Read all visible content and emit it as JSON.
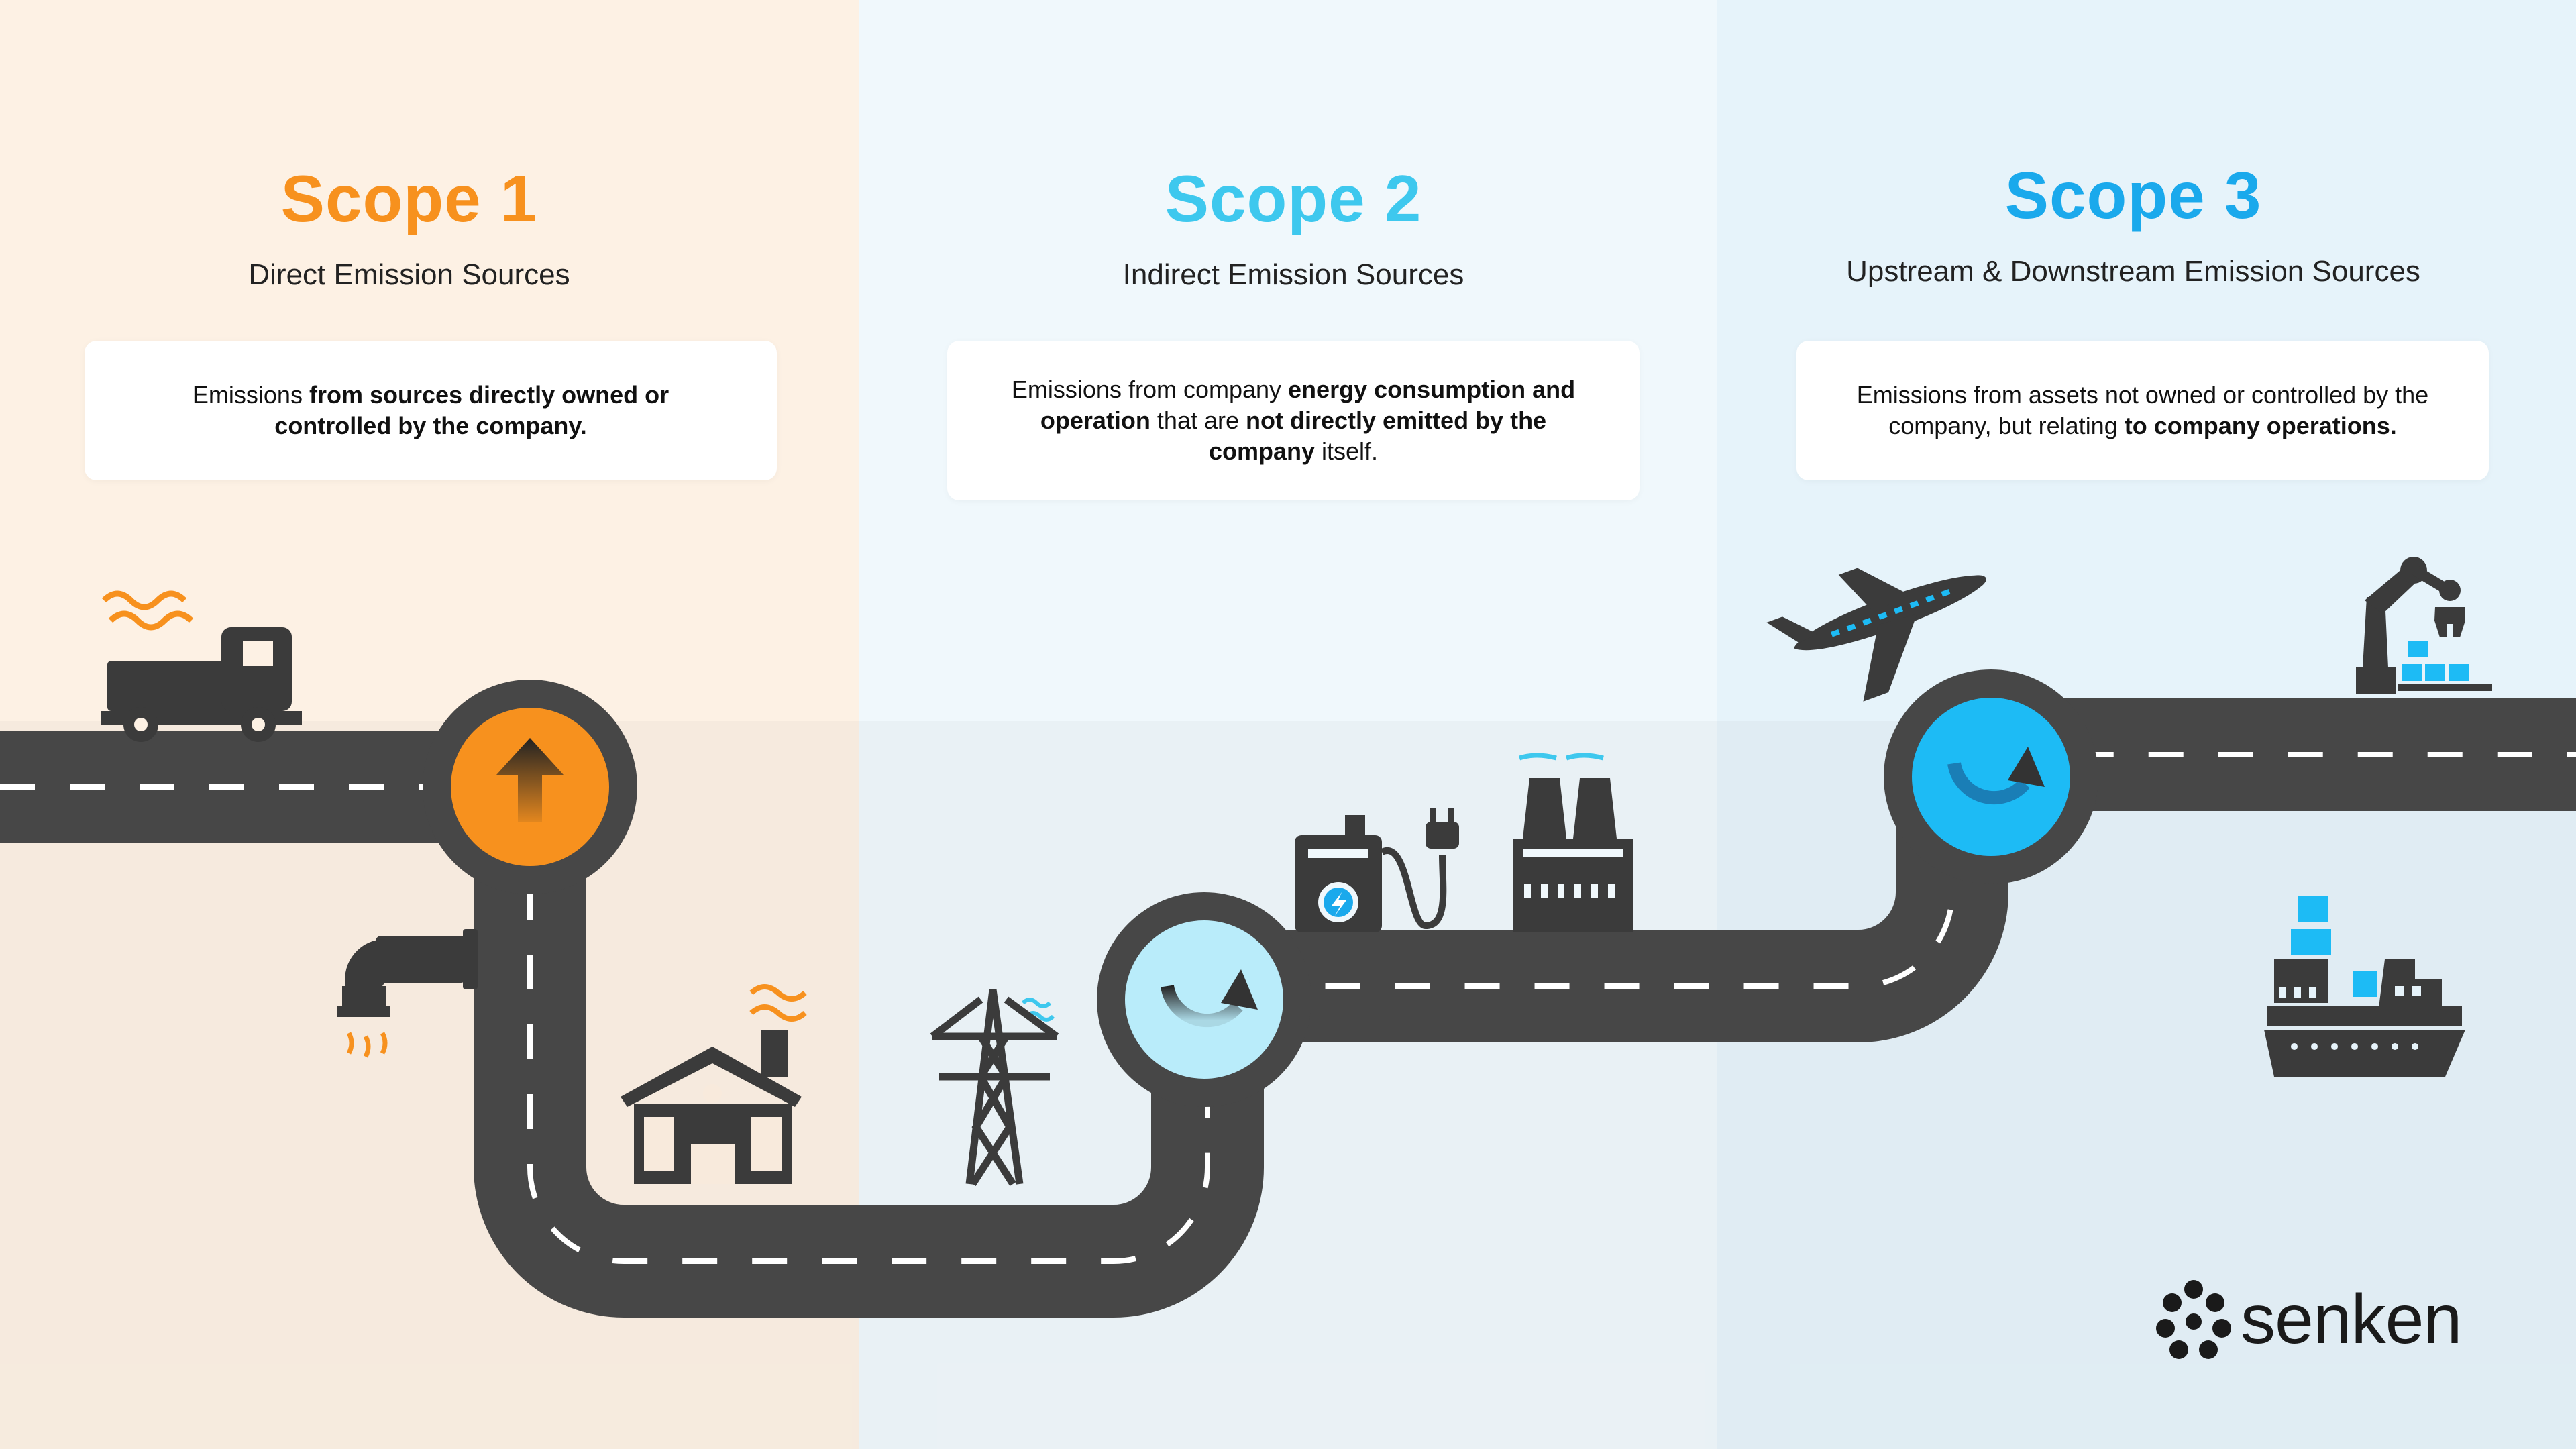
{
  "colors": {
    "scope1": "#f7911e",
    "scope2": "#3ec8ee",
    "scope3": "#1aa9ec",
    "road": "#474747",
    "icon": "#3b3b3b"
  },
  "scopes": [
    {
      "title": "Scope 1",
      "subtitle": "Direct Emission Sources",
      "desc_pre": "Emissions ",
      "desc_bold": "from sources directly owned or controlled by the company.",
      "marker_icon": "arrow-up-icon"
    },
    {
      "title": "Scope 2",
      "subtitle": "Indirect Emission Sources",
      "desc_pre": "Emissions from company ",
      "desc_bold": "energy consumption and operation",
      "desc_mid": " that are ",
      "desc_bold2": "not directly emitted by the company",
      "desc_post": " itself.",
      "marker_icon": "curved-arrow-icon"
    },
    {
      "title": "Scope 3",
      "subtitle": "Upstream & Downstream Emission Sources",
      "desc_pre": "Emissions from assets not owned or controlled by the company, but relating ",
      "desc_bold": "to company operations.",
      "marker_icon": "curved-arrow-icon"
    }
  ],
  "icons": [
    "truck-icon",
    "exhaust-pipe-icon",
    "house-icon",
    "power-pylon-icon",
    "ev-charger-icon",
    "factory-icon",
    "airplane-icon",
    "robot-arm-icon",
    "cargo-ship-icon"
  ],
  "brand": {
    "name": "senken"
  }
}
